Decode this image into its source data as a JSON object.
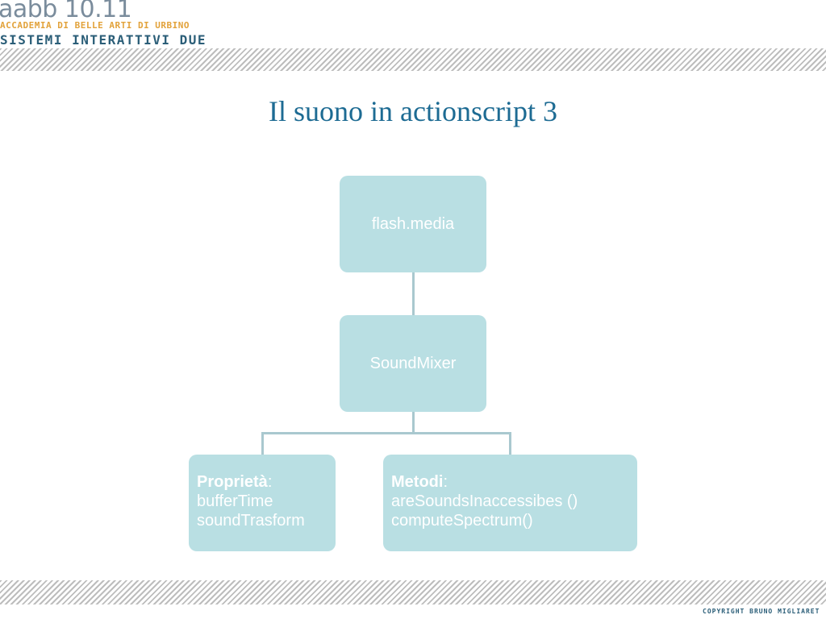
{
  "header": {
    "year": "aabb 10.11",
    "academy": "ACCADEMIA DI BELLE ARTI DI URBINO",
    "course": "SISTEMI INTERATTIVI DUE"
  },
  "slide": {
    "title": "Il suono in actionscript 3"
  },
  "diagram": {
    "root": {
      "label": "flash.media"
    },
    "child": {
      "label": "SoundMixer"
    },
    "properties": {
      "heading": "Proprietà",
      "separator": ":",
      "items": [
        "bufferTime",
        "soundTrasform"
      ]
    },
    "methods": {
      "heading": "Metodi",
      "separator": ":",
      "items": [
        "areSoundsInaccessibes ()",
        "computeSpectrum()"
      ]
    }
  },
  "footer": {
    "copyright": "COPYRIGHT BRUNO MIGLIARET"
  },
  "colors": {
    "node_fill": "#b9dfe3",
    "connector": "#a9c8cf",
    "title": "#1d6b93",
    "accent_orange": "#e2a23a",
    "accent_blue": "#2b5e78"
  }
}
